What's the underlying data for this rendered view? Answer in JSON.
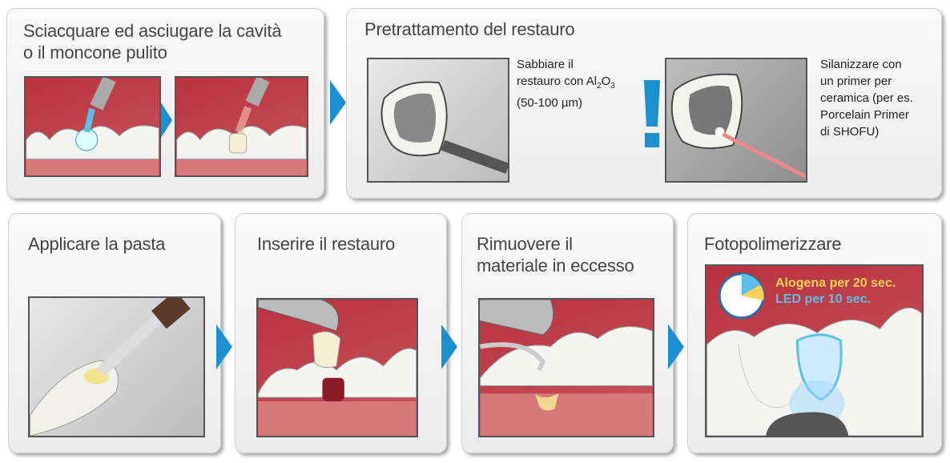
{
  "steps": {
    "rinse": {
      "title_line1": "Sciacquare ed asciugare la cavità",
      "title_line2": "o il moncone pulito"
    },
    "pretreat": {
      "title": "Pretrattamento del restauro",
      "sandblast": {
        "line1": "Sabbiare il",
        "line2": "restauro con Al",
        "sub1": "2",
        "mid": "O",
        "sub2": "3",
        "line3": "(50-100 µm)"
      },
      "silane": {
        "lines": [
          "Silanizzare con",
          "un primer per",
          "ceramica (per es.",
          "Porcelain Primer",
          "di SHOFU)"
        ]
      }
    },
    "apply": {
      "title": "Applicare la pasta"
    },
    "insert": {
      "title": "Inserire il restauro"
    },
    "remove": {
      "title_line1": "Rimuovere il",
      "title_line2": "materiale in eccesso"
    },
    "cure": {
      "title": "Fotopolimerizzare",
      "halogen": "Alogena per 20 sec.",
      "led": "LED per 10 sec."
    }
  },
  "colors": {
    "accent": "#1b8fcf",
    "halogen": "#f5d25a",
    "led": "#5bc0e8",
    "gum": "#b8323f"
  }
}
